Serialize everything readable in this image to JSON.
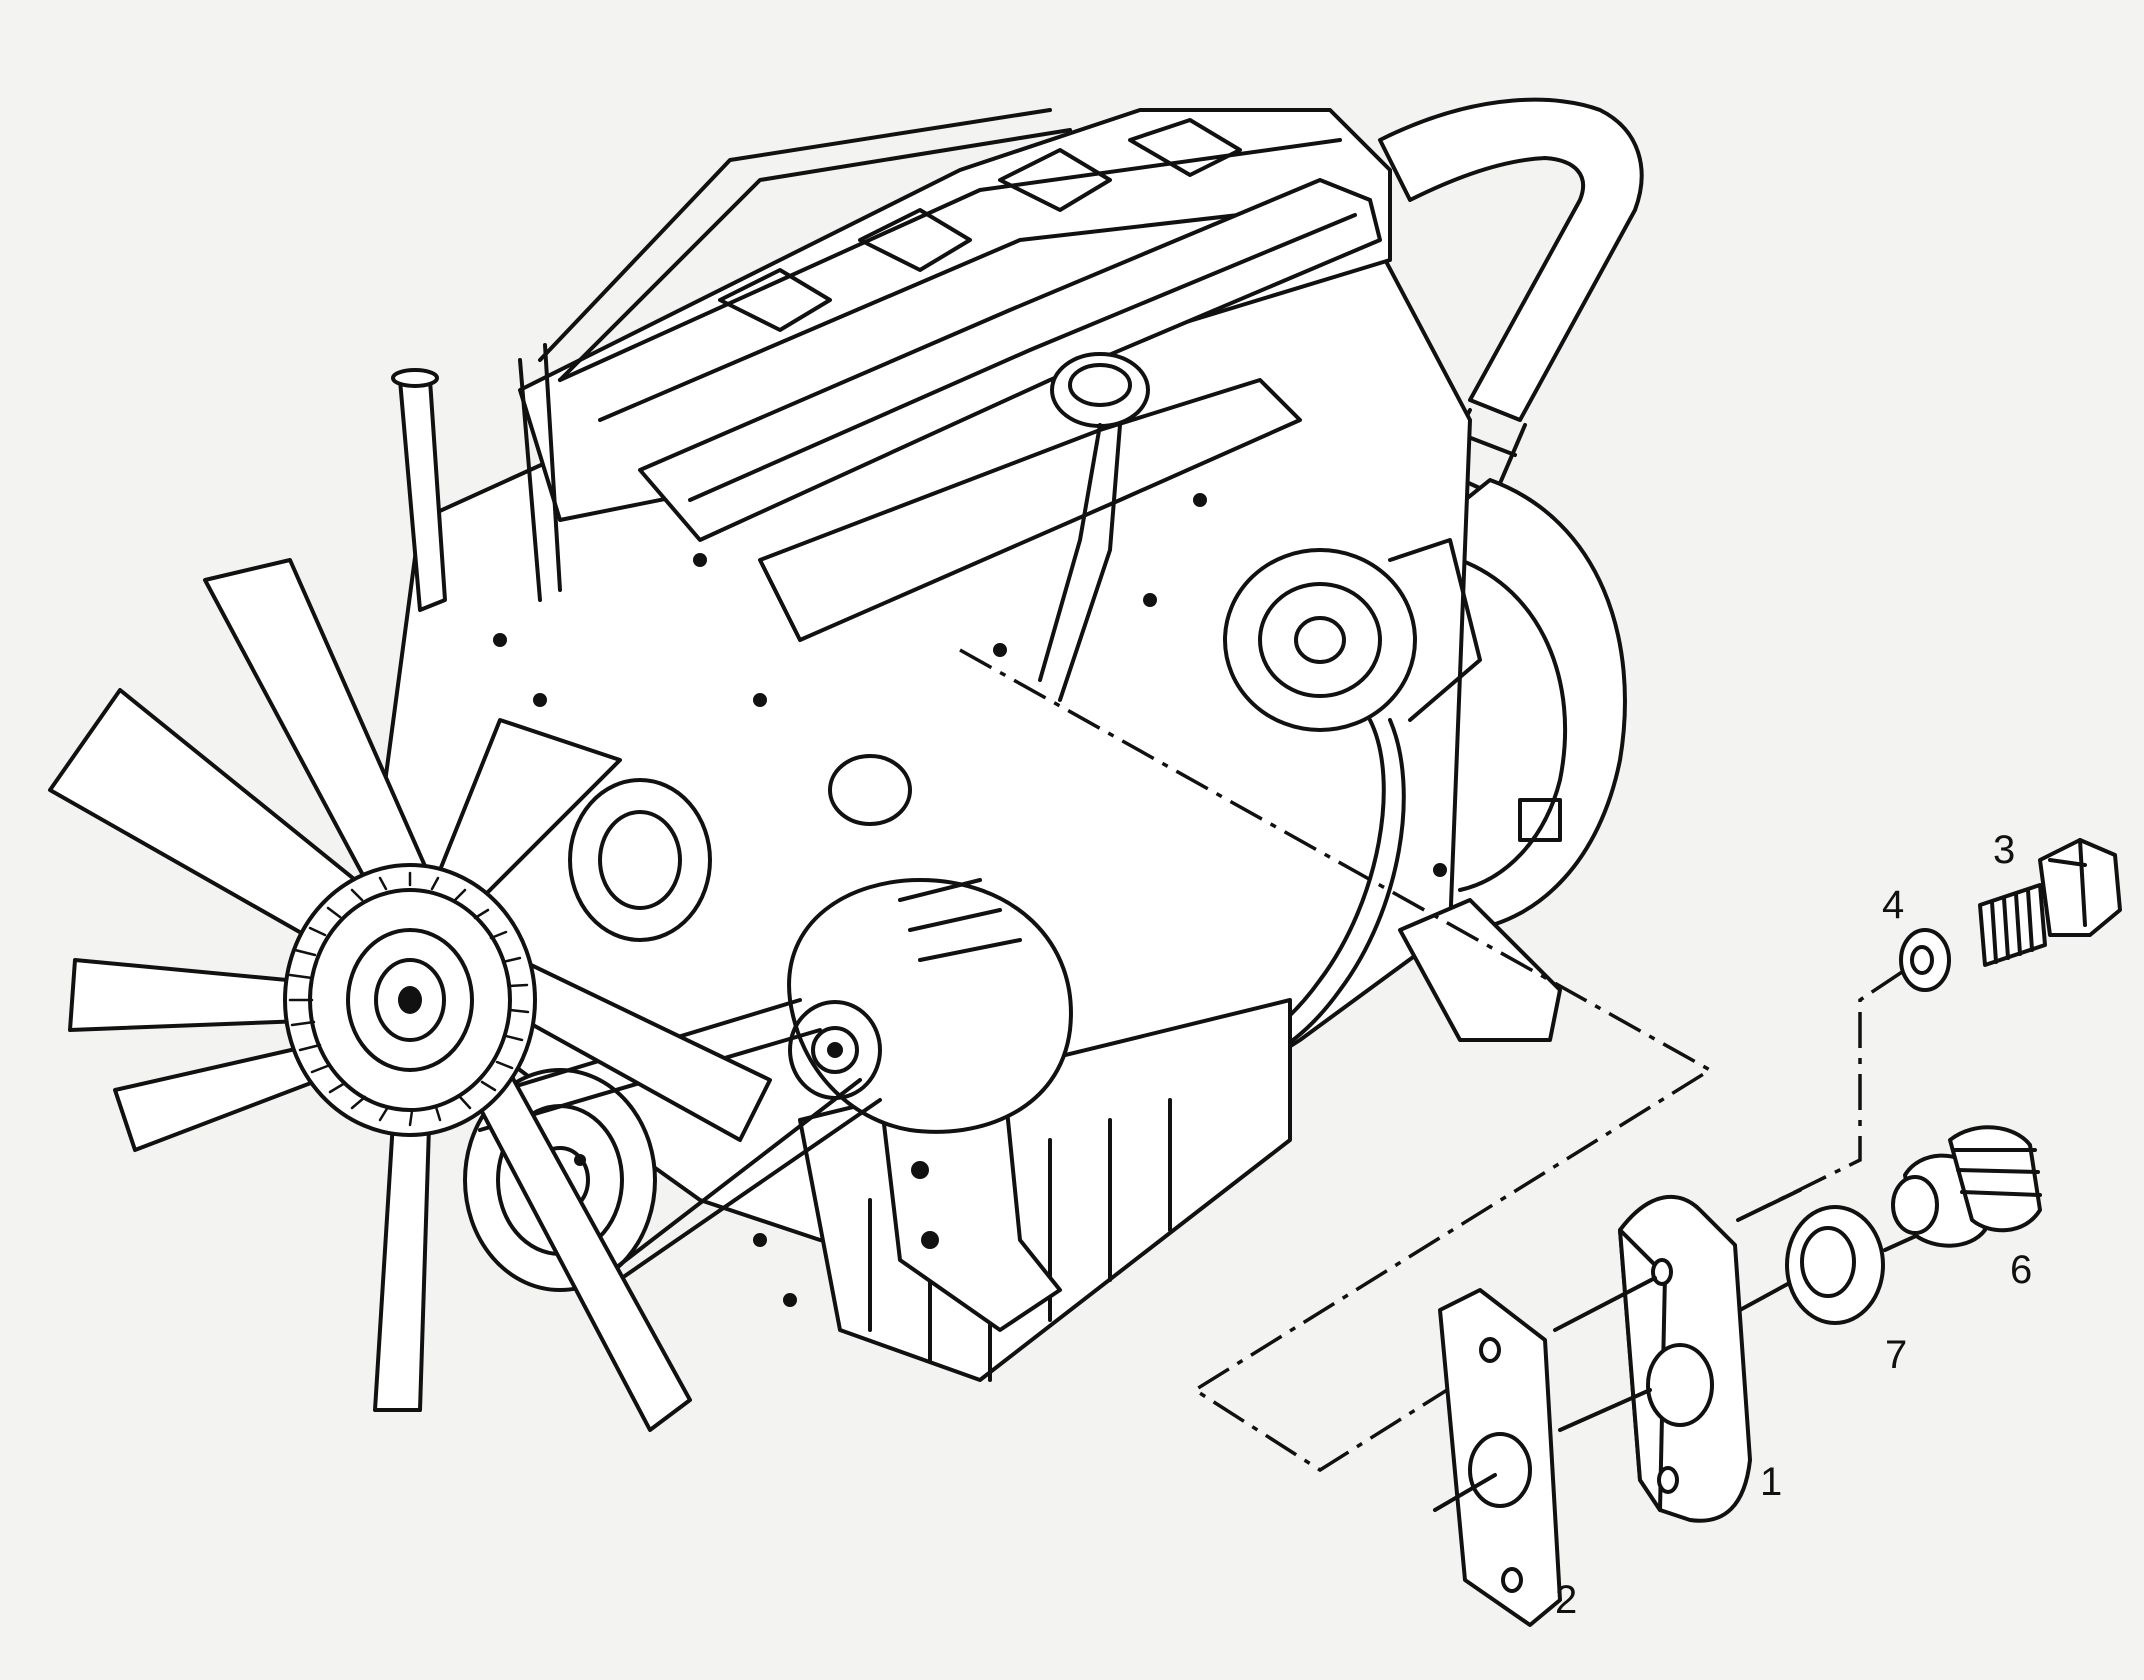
{
  "diagram": {
    "callouts": [
      {
        "id": "c1",
        "label": "1"
      },
      {
        "id": "c2",
        "label": "2"
      },
      {
        "id": "c3",
        "label": "3"
      },
      {
        "id": "c4",
        "label": "4"
      },
      {
        "id": "c6",
        "label": "6"
      },
      {
        "id": "c7",
        "label": "7"
      }
    ]
  }
}
